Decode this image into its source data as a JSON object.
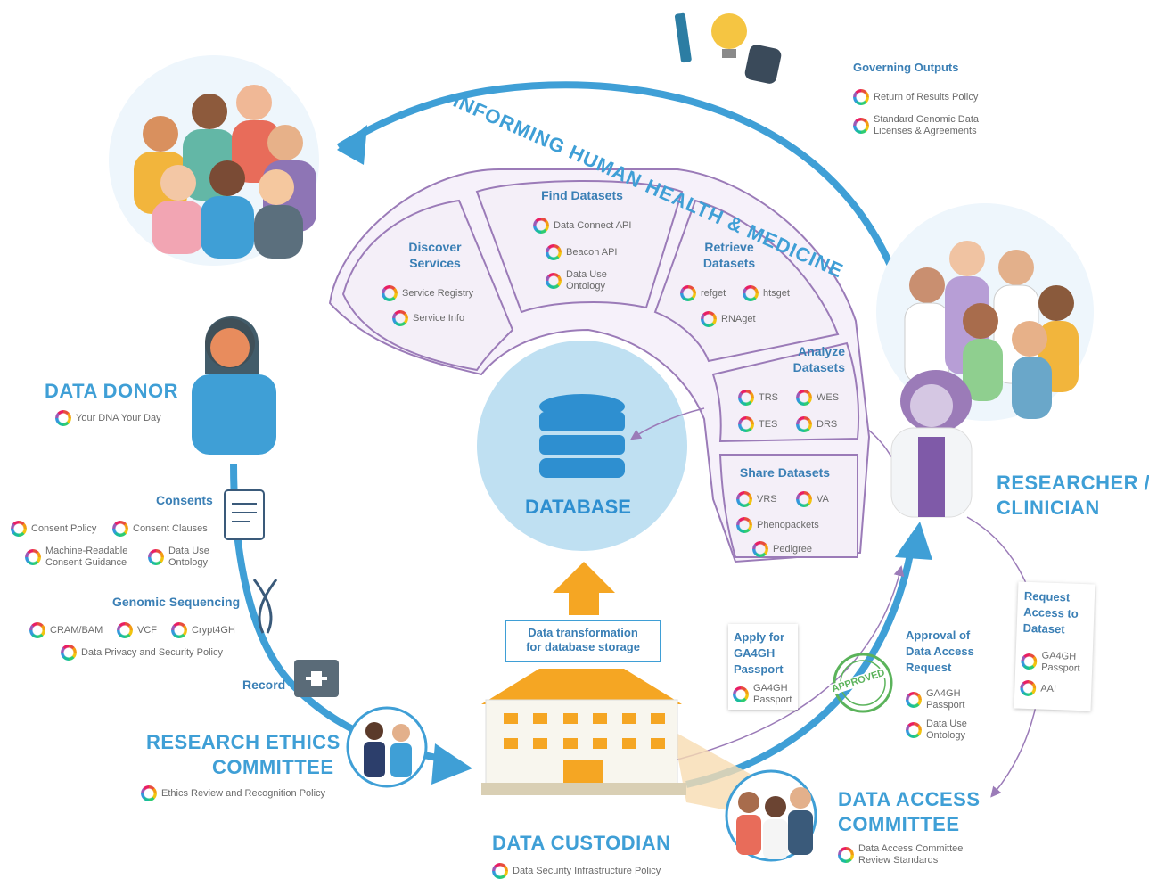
{
  "arc_title": "INFORMING HUMAN HEALTH & MEDICINE",
  "governing": {
    "title": "Governing Outputs",
    "items": [
      "Return of Results Policy",
      "Standard Genomic Data Licenses & Agreements"
    ]
  },
  "discover": {
    "title": "Discover Services",
    "items": [
      "Service Registry",
      "Service Info"
    ]
  },
  "find": {
    "title": "Find Datasets",
    "items": [
      "Data Connect API",
      "Beacon API",
      "Data Use Ontology"
    ]
  },
  "retrieve": {
    "title": "Retrieve Datasets",
    "items": [
      "refget",
      "htsget",
      "RNAget"
    ]
  },
  "analyze": {
    "title": "Analyze Datasets",
    "items": [
      "TRS",
      "WES",
      "TES",
      "DRS"
    ]
  },
  "share": {
    "title": "Share Datasets",
    "items": [
      "VRS",
      "VA",
      "Phenopackets",
      "Pedigree"
    ]
  },
  "database": {
    "label": "DATABASE"
  },
  "data_donor": {
    "title": "DATA DONOR",
    "item": "Your DNA Your Day"
  },
  "consents": {
    "title": "Consents",
    "items": [
      "Consent Policy",
      "Consent Clauses",
      "Machine-Readable Consent Guidance",
      "Data Use Ontology"
    ]
  },
  "sequencing": {
    "title": "Genomic Sequencing",
    "items": [
      "CRAM/BAM",
      "VCF",
      "Crypt4GH",
      "Data Privacy and Security Policy"
    ]
  },
  "record": {
    "label": "Record"
  },
  "ethics": {
    "title_line1": "RESEARCH ETHICS",
    "title_line2": "COMMITTEE",
    "item": "Ethics Review and Recognition Policy"
  },
  "custodian": {
    "title": "DATA CUSTODIAN",
    "item": "Data Security Infrastructure Policy"
  },
  "transformation": {
    "line1": "Data transformation",
    "line2": "for database storage"
  },
  "researcher": {
    "line1": "RESEARCHER /",
    "line2": "CLINICIAN"
  },
  "passport_card": {
    "title": "Apply for GA4GH Passport",
    "item": "GA4GH Passport"
  },
  "approval": {
    "title": "Approval of Data Access Request",
    "items": [
      "GA4GH Passport",
      "Data Use Ontology"
    ],
    "stamp": "APPROVED"
  },
  "request_card": {
    "title": "Request Access to Dataset",
    "items": [
      "GA4GH Passport",
      "AAI"
    ]
  },
  "dac": {
    "title_line1": "DATA ACCESS",
    "title_line2": "COMMITTEE",
    "item": "Data Access Committee Review Standards"
  },
  "colors": {
    "blue": "#3f9fd6",
    "purple": "#9b7bb8",
    "orange": "#f5a623",
    "light_blue": "#bfe0f2"
  }
}
